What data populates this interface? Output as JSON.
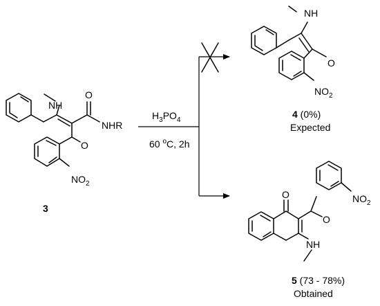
{
  "reagents": {
    "acid_main": "H",
    "acid_sub3": "3",
    "acid_tail": "PO",
    "acid_sub4": "4",
    "temp_value": "60 ",
    "temp_sup": "o",
    "temp_unit": "C, 2h"
  },
  "compound3": {
    "number": "3",
    "amine_label": "NH",
    "amide_label": "NHR",
    "carbonyl_o1": "O",
    "carbonyl_o2": "O",
    "nitro_main": "NO",
    "nitro_sub": "2"
  },
  "compound4": {
    "number": "4",
    "yield_text": " (0%)",
    "status": "Expected",
    "amine_label": "NH",
    "carbonyl_o": "O",
    "nitro_main": "NO",
    "nitro_sub": "2"
  },
  "compound5": {
    "number": "5",
    "yield_text": " (73 - 78%)",
    "status": "Obtained",
    "amine_label": "NH",
    "carbonyl_o1": "O",
    "carbonyl_o2": "O",
    "nitro_main": "NO",
    "nitro_sub": "2"
  },
  "blocked_mark": "X-cross",
  "colors": {
    "ink": "#000000",
    "background": "#ffffff"
  }
}
